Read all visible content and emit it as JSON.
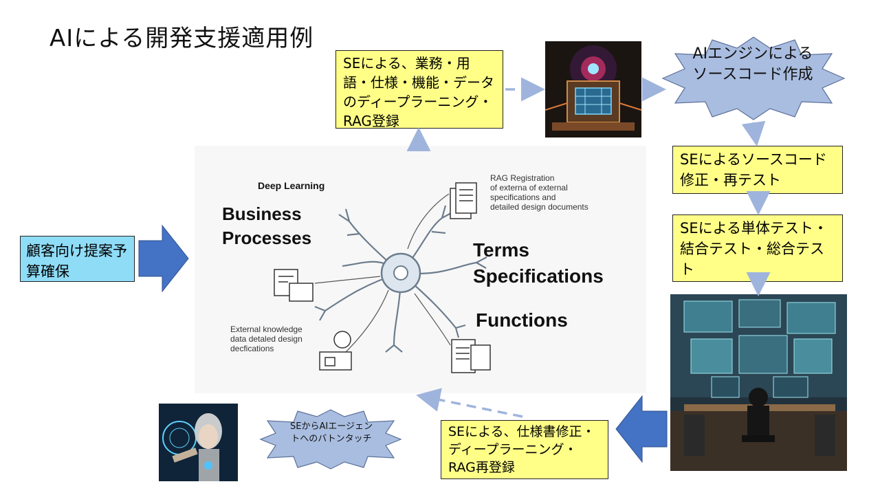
{
  "title": "AIによる開発支援適用例",
  "boxes": {
    "deep_learning_registration": "SEによる、業務・用語・仕様・機能・データのディープラーニング・RAG登録",
    "ai_engine": "AIエンジンによるソースコード作成",
    "se_fix": "SEによるソースコード修正・再テスト",
    "se_test": "SEによる単体テスト・結合テスト・総合テスト",
    "customer": "顧客向け提案予算確保",
    "spec_update": "SEによる、仕様書修正・ディープラーニング・RAG再登録",
    "baton": "SEからAIエージェントへのバトンタッチ"
  },
  "diagram": {
    "deep_learning": "Deep Learning",
    "business": "Business\nProcesses",
    "terms": "Terms\nSpecifications",
    "functions": "Functions",
    "rag": "RAG Registration\nof externa of external\nspecifications and\ndetailed design documents",
    "external": "External knowledge\ndata detaled design\ndecfications"
  },
  "colors": {
    "yellow_box": "#ffff88",
    "cyan_box": "#8fdcf7",
    "burst": "#a9bde0",
    "arrow_blue": "#4472c4",
    "dashed_arrow": "#9fb4dc"
  }
}
